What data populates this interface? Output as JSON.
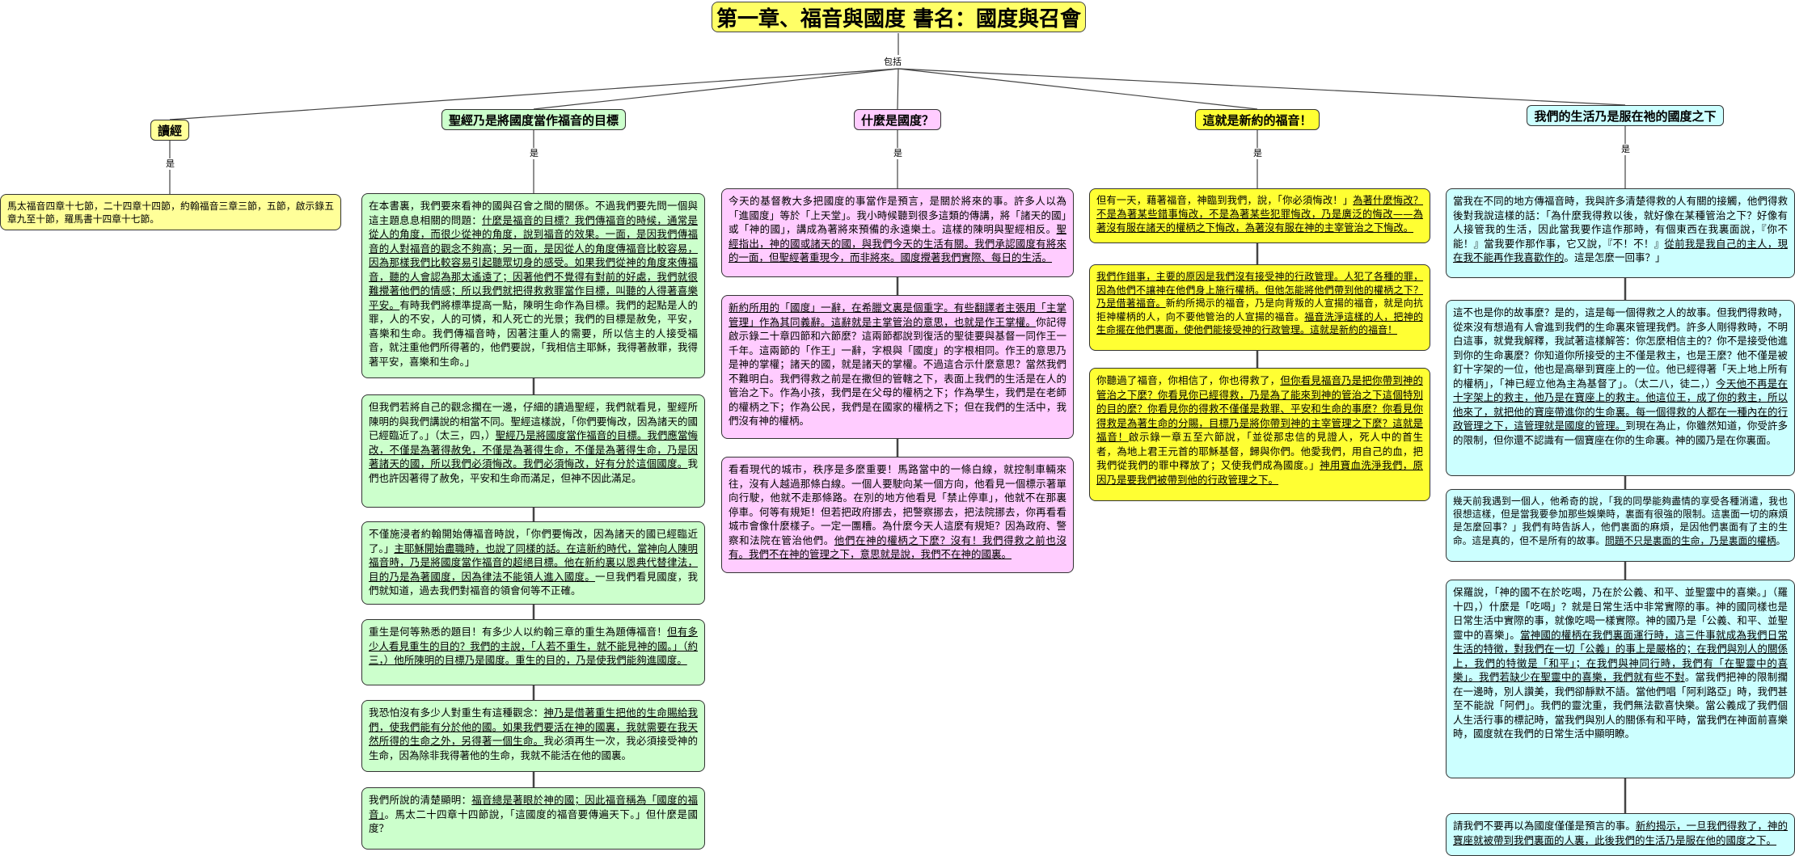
{
  "root": {
    "title": "第一章、福音與國度 書名：國度與召會",
    "link_label": "包括"
  },
  "branch_link_label": "是",
  "branches": [
    {
      "header": "讀經",
      "color": "#ffff99",
      "boxes": [
        {
          "parts": [
            {
              "t": "馬太福音四章十七節，二十四章十四節，約翰福音三章三節，五節，啟示錄五章九至十節，羅馬書十四章十七節。",
              "u": false
            }
          ]
        }
      ]
    },
    {
      "header": "聖經乃是將國度當作福音的目標",
      "color": "#ccffcc",
      "boxes": [
        {
          "parts": [
            {
              "t": "在本書裏，我們要來看神的國與召會之間的關係。不過我們要先問一個與這主題息息相關的問題：",
              "u": false
            },
            {
              "t": "什麼是福音的目標？我們傳福音的時候，通常是從人的角度，而很少從神的角度，說到福音的效果。一面，是因我們傳福音的人對福音的觀念不夠高；另一面，是因從人的角度傳福音比較容易，因為那樣我們比較容易引起聽眾切身的感受。如果我們從神的角度來傳福音，聽的人會認為那太遙遠了；因著他們不覺得有對前的好處，我們就很難攪著他們的情感；所以我們就把得救救罪當作目標，叫聽的人得著喜樂平安。",
              "u": true
            },
            {
              "t": "有時我們將標準提高一點，陳明生命作為目標。我們的起點是人的罪，人的不安，人的可憐，和人死亡的光景；我們的目標是赦免，平安，喜樂和生命。我們傳福音時，因著注重人的需要，所以信主的人接受福音，就注重他們所得著的，他們要說，「我相信主耶穌，我得著赦罪，我得著平安，喜樂和生命。」",
              "u": false
            }
          ]
        },
        {
          "parts": [
            {
              "t": "但我們若將自己的觀念擱在一邊，仔細的讀過聖經，我們就看見，聖經所陳明的與我們講說的相當不同。聖經這樣說，「你們要悔改，因為諸天的國已經臨近了。」（太三，四，）",
              "u": false
            },
            {
              "t": "聖經乃是將國度當作福音的目標。我們應當悔改，不僅是為著得赦免，不僅是為著得生命，不僅是為著得生命，乃是因著諸天的國，所以我們必須悔改。我們必須悔改，好有分於這個國度。",
              "u": true
            },
            {
              "t": "我們也許因著得了赦免，平安和生命而滿足，但神不因此滿足。",
              "u": false
            }
          ]
        },
        {
          "parts": [
            {
              "t": "不僅施浸者約翰開始傳福音時說，「你們要悔改，因為諸天的國已經臨近了。」",
              "u": false
            },
            {
              "t": "主耶穌開始盡職時，也說了同樣的話。在這新約時代，當神向人陳明福音時，乃是將國度當作福音的超絕目標。他在新約裏以恩典代替律法，目的乃是為著國度，因為律法不能領人進入國度。",
              "u": true
            },
            {
              "t": "一旦我們看見國度，我們就知道，過去我們對福音的領會何等不正確。",
              "u": false
            }
          ]
        },
        {
          "parts": [
            {
              "t": "重生是何等熟悉的題目！有多少人以約翰三章的重生為題傳福音！",
              "u": false
            },
            {
              "t": "但有多少人看見重生的目的？我們的主說，「人若不重生，就不能見神的國。」（約三，）他所陳明的目標乃是國度。重生的目的，乃是使我們能夠進國度。",
              "u": true
            }
          ]
        },
        {
          "parts": [
            {
              "t": "我恐怕沒有多少人對重生有這種觀念：",
              "u": false
            },
            {
              "t": "神乃是借著重生把他的生命賜給我們，使我們能有分於他的國。如果我們要活在神的國裏，我就需要在我天然所得的生命之外，另得著一個生命。",
              "u": true
            },
            {
              "t": "我必須再生一次，我必須接受神的生命，因為除非我得著他的生命，我就不能活在他的國裏。",
              "u": false
            }
          ]
        },
        {
          "parts": [
            {
              "t": "我們所說的清楚顯明：",
              "u": false
            },
            {
              "t": "福音總是著眼於神的國；因此福音稱為「國度的福音」",
              "u": true
            },
            {
              "t": "。馬太二十四章十四節說，「這國度的福音要傳遍天下。」但什麼是國度？",
              "u": false
            }
          ]
        }
      ]
    },
    {
      "header": "什麼是國度？",
      "color": "#ffccff",
      "boxes": [
        {
          "parts": [
            {
              "t": "今天的基督教大多把國度的事當作是預言，是關於將來的事。許多人以為「進國度」等於「上天堂」。我小時候聽到很多這類的傳講，將「諸天的國」或「神的國」，講成為著將來預備的永遠樂土。這樣的陳明與聖經相反。",
              "u": false
            },
            {
              "t": "聖經指出，神的國或諸天的國，與我們今天的生活有關。我們承認國度有將來的一面，但聖經著重現今，而非將來。國度攪著我們實際、每日的生活。",
              "u": true
            }
          ]
        },
        {
          "parts": [
            {
              "t": "新約所用的「國度」一辭，在希臘文裏是個重字。有些翻譯者主張用「主掌管理」作為其同義辭。這辭就是主掌管治的意思，也就是作王掌權。",
              "u": true
            },
            {
              "t": "你記得啟示錄二十章四節和六節麼？這兩節都說到復活的聖徒要與基督一同作王一千年。這兩節的「作王」一辭，字根與「國度」的字根相同。作王的意思乃是神的掌權；諸天的國，就是諸天的掌權。不過這合示什麼意思？當然我們不難明白。我們得救之前是在撒但的管轄之下，表面上我們的生活是在人的管治之下。作為小孩，我們是在父母的權柄之下；作為學生，我們是在老師的權柄之下；作為公民，我們是在國家的權柄之下；但在我們的生活中，我們沒有神的權柄。",
              "u": false
            }
          ]
        },
        {
          "parts": [
            {
              "t": "看看現代的城市，秩序是多麼重要！馬路當中的一條白線，就控制車輛來往，沒有人越過那條白線。一個人要駛向某一個方向，他看見一個標示著單向行駛，他就不走那條路。在別的地方他看見「禁止停車」，他就不在那裏停車。何等有規矩！但若把政府挪去，把警察挪去，把法院挪去，你再看看城市會像什麼樣子。一定一團糟。為什麼今天人這麼有規矩？因為政府、警察和法院在管治他們。",
              "u": false
            },
            {
              "t": "他們在神的權柄之下麼？沒有！我們得救之前也沒有。我們不在神的管理之下，意思就是說，我們不在神的國裏。",
              "u": true
            }
          ]
        }
      ]
    },
    {
      "header": "這就是新約的福音！",
      "color": "#ffff33",
      "boxes": [
        {
          "parts": [
            {
              "t": "但有一天，藉著福音，神臨到我們，說，「你必須悔改！」",
              "u": false
            },
            {
              "t": "為著什麼悔改？不是為著某些錯事悔改，不是為著某些犯罪悔改，乃是廣泛的悔改——為著沒有服在諸天的權柄之下悔改，為著沒有服在神的主宰管治之下悔改。",
              "u": true
            }
          ]
        },
        {
          "parts": [
            {
              "t": "我們作錯事，主要的原因是我們沒有接受神的行政管理。人犯了各種的罪，因為他們不讓神在他們身上施行權柄。但他怎能將他們帶到他的權柄之下？乃是借著福音。",
              "u": true
            },
            {
              "t": "新約所揭示的福音，乃是向背叛的人宣揚的福音，就是向抗拒神權柄的人，向不要他管治的人宣揚的福音。",
              "u": false
            },
            {
              "t": "福音洗淨這樣的人，把神的生命擺在他們裏面，使他們能接受神的行政管理。這就是新約的福音！",
              "u": true
            }
          ]
        },
        {
          "parts": [
            {
              "t": "你聽過了福音，你相信了，你也得救了，",
              "u": false
            },
            {
              "t": "但你看見福音乃是把你帶到神的管治之下麼？你看見你已經得救，乃是為了能來到神的管治之下這個特別的目的麼？你看見你的得救不僅僅是救罪、平安和生命的事麼？你看見你得救是為著生命的分賜，目標乃是將你帶到神的主宰管理之下麼？這就是福音！",
              "u": true
            },
            {
              "t": "啟示錄一章五至六節說，「並從那忠信的見證人，死人中的首生者，為地上君王元首的耶穌基督，歸與你們。他愛我們，用自己的血，把我們從我們的罪中釋放了；又使我們成為國度。」",
              "u": false
            },
            {
              "t": "神用寶血洗淨我們，原因乃是要我們被帶到他的行政管理之下。",
              "u": true
            }
          ]
        }
      ]
    },
    {
      "header": "我們的生活乃是服在祂的國度之下",
      "color": "#ccffff",
      "boxes": [
        {
          "parts": [
            {
              "t": "當我在不同的地方傳福音時，我與許多清楚得救的人有關的接觸，他們得救後對我說這樣的話：「為什麼我得救以後，就好像在某種管治之下？好像有人接管我的生活，因此當我要作這作那時，有個東西在我裏面說，『你不能！』當我要作那作事，它又說，『不！不！』",
              "u": false
            },
            {
              "t": "從前我是我自己的主人，現在我不能再作我喜歡作的",
              "u": true
            },
            {
              "t": "。這是怎麼一回事？」",
              "u": false
            }
          ]
        },
        {
          "parts": [
            {
              "t": "這不也是你的故事麼？是的，這是每一個得救之人的故事。但我們得救時，從來沒有想過有人會進到我們的生命裏來管理我們。許多人剛得救時，不明白這事，就覺我解釋，我試著這樣解答：你怎麼相信主的？你不是接受他進到你的生命裏麼？你知道你所接受的主不僅是救主，也是王麼？他不僅是被釘十字架的一位，他也是高舉到寶座上的一位。他已經得著「天上地上所有的權柄」，「神已經立他為主為基督了」。（太二八，徒二，）",
              "u": false
            },
            {
              "t": "今天他不再是在十字架上的救主，他乃是在寶座上的救主。他這位王，成了你的救主，所以他來了，就把他的寶座帶進你的生命裏。每一個得救的人都在一種內在的行政管理之下，這管理就是國度的管理。",
              "u": true
            },
            {
              "t": "到現在為止，你雖然知道，你受許多的限制，但你還不認識有一個寶座在你的生命裏。神的國乃是在你裏面。",
              "u": false
            }
          ]
        },
        {
          "parts": [
            {
              "t": "幾天前我遇到一個人，他希奇的說，「我的同學能夠盡情的享受各種消遣，我也很想這樣，但是當我要參加那些娛樂時，裏面有很強的限制。這裏面一切的麻煩是怎麼回事？」我們有時告訴人，他們裏面的麻煩，是因他們裏面有了主的生命。這是真的，但不是所有的故事。",
              "u": false
            },
            {
              "t": "問題不只是裏面的生命，乃是裏面的權柄",
              "u": true
            },
            {
              "t": "。",
              "u": false
            }
          ]
        },
        {
          "parts": [
            {
              "t": "保羅說，「神的國不在於吃喝，乃在於公義、和平、並聖靈中的喜樂。」（羅十四，）什麼是「吃喝」？就是日常生活中非常實際的事。神的國同樣也是日常生活中實際的事，就像吃喝一樣實際。神的國乃是「公義、和平、並聖靈中的喜樂」。",
              "u": false
            },
            {
              "t": "當神國的權柄在我們裏面運行時，這三件事就成為我們日常生活的特徵，對我們在一切「公義」的事上是嚴格的；在我們與別人的關係上，我們的特徵是「和平」；在我們與神同行時，我們有「在聖靈中的喜樂」。我們若缺少在聖靈中的喜樂，我們就有些不對",
              "u": true
            },
            {
              "t": "。當我們把神的限制擱在一邊時，別人讚美，我們卻靜默不語。當他們唱「阿利路亞」時，我們甚至不能說「阿們」。我們的靈沈重，我們無法歡喜快樂。當公義成了我們個人生活行事的標記時，當我們與別人的關係有和平時，當我們在神面前喜樂時，國度就在我們的日常生活中顯明瞭。",
              "u": false
            }
          ]
        },
        {
          "parts": [
            {
              "t": "請我們不要再以為國度僅僅是預言的事。",
              "u": false
            },
            {
              "t": "新約揭示，一旦我們得救了，神的寶座就被帶到我們裏面的人裏，此後我們的生活乃是服在他的國度之下。",
              "u": true
            }
          ]
        }
      ]
    }
  ]
}
